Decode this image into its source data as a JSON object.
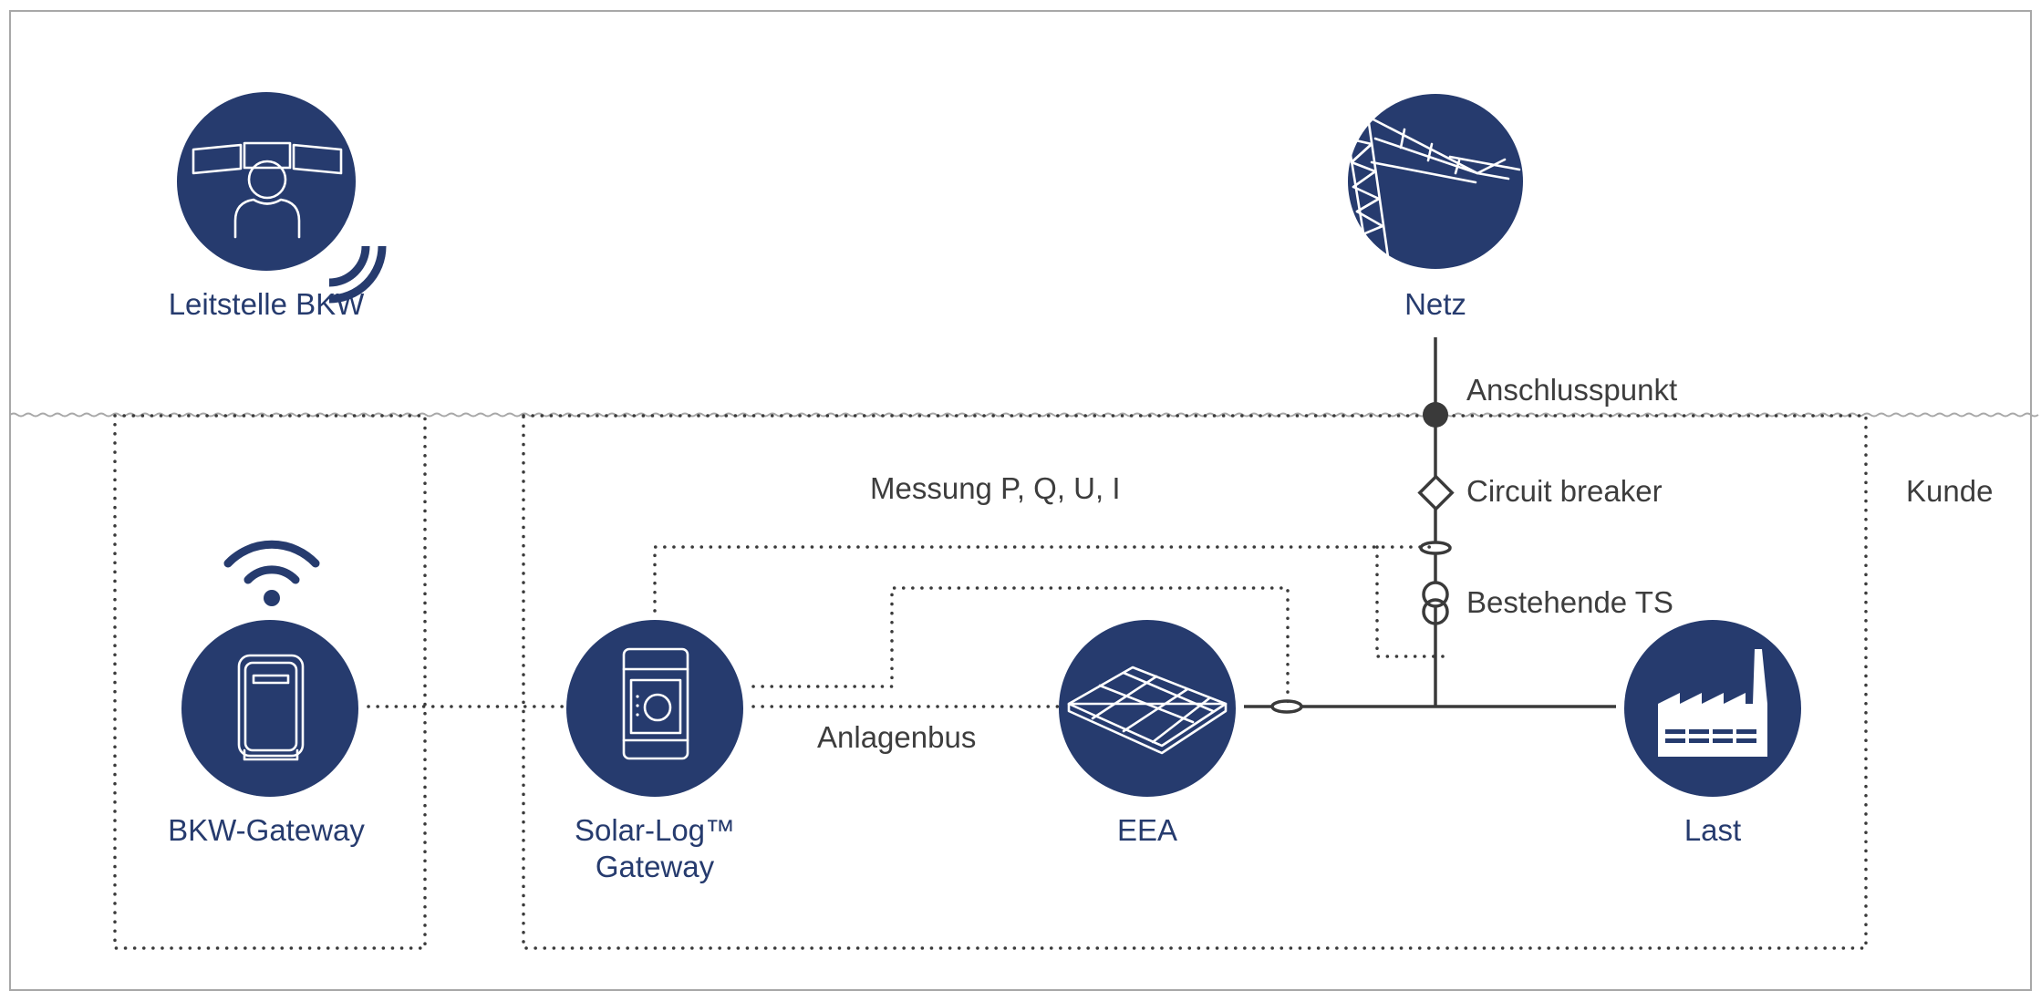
{
  "nodes": {
    "leitstelle": {
      "label": "Leitstelle BKW",
      "icon": "control-room-operator-icon"
    },
    "netz": {
      "label": "Netz",
      "icon": "power-pylon-icon"
    },
    "bkw_gateway": {
      "label": "BKW-Gateway",
      "icon": "meter-wifi-icon"
    },
    "solarlog": {
      "label_line1": "Solar-Log™",
      "label_line2": "Gateway",
      "icon": "data-logger-icon"
    },
    "eea": {
      "label": "EEA",
      "icon": "solar-panels-icon"
    },
    "last": {
      "label": "Last",
      "icon": "factory-icon"
    }
  },
  "annotations": {
    "anschlusspunkt": "Anschlusspunkt",
    "circuit_breaker": "Circuit breaker",
    "bestehende_ts": "Bestehende TS",
    "messung": "Messung P, Q, U, I",
    "anlagenbus": "Anlagenbus",
    "kunde": "Kunde"
  },
  "colors": {
    "node_fill": "#263b6e",
    "node_label": "#263b6e",
    "text": "#3d3d3d",
    "line": "#3a3a3a",
    "frame": "#a8a8a8"
  }
}
